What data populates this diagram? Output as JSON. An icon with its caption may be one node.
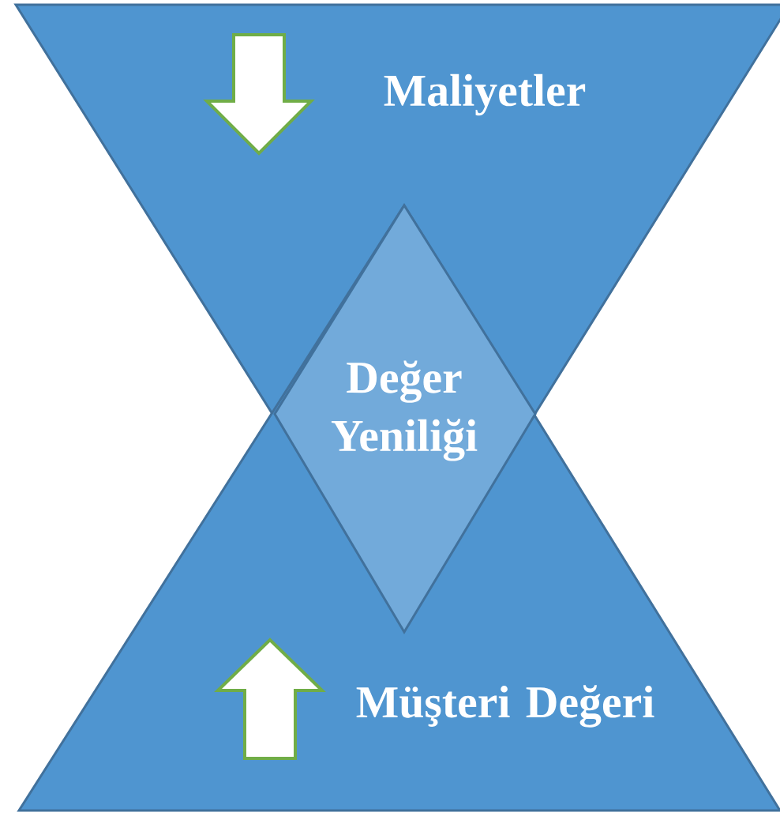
{
  "diagram": {
    "nodes": [
      {
        "text": [
          "Maliyetler"
        ]
      },
      {
        "text": [
          "Müşteri Değeri"
        ]
      },
      {
        "text": [
          "Değer Yeniliği"
        ]
      }
    ]
  }
}
